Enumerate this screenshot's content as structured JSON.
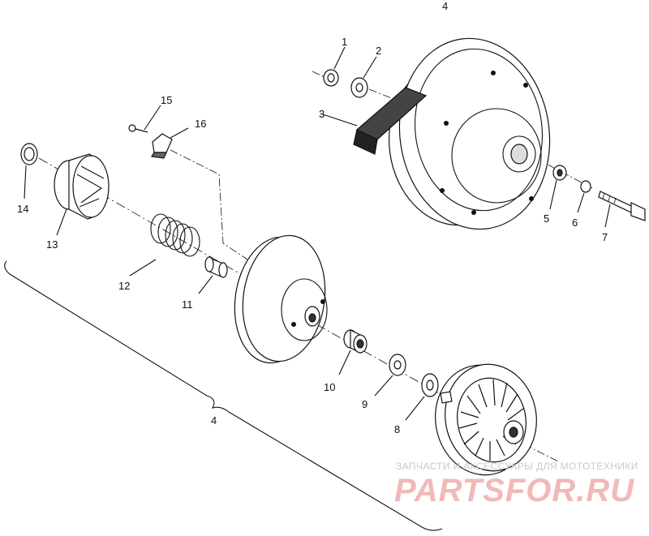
{
  "callouts": {
    "c1": "1",
    "c2": "2",
    "c3": "3",
    "c4_top": "4",
    "c5": "5",
    "c6": "6",
    "c7": "7",
    "c8": "8",
    "c9": "9",
    "c10": "10",
    "c11": "11",
    "c12": "12",
    "c13": "13",
    "c14": "14",
    "c15": "15",
    "c16": "16",
    "c4_bottom": "4"
  },
  "watermark": {
    "tagline": "ЗАПЧАСТИ И АКСЕССУАРЫ ДЛЯ МОТОТЕХНИКИ",
    "logo": "PARTSFOR.RU"
  },
  "colors": {
    "line": "#111111",
    "watermark_logo": "#f2b8b8",
    "watermark_text": "#c9c9c9"
  }
}
